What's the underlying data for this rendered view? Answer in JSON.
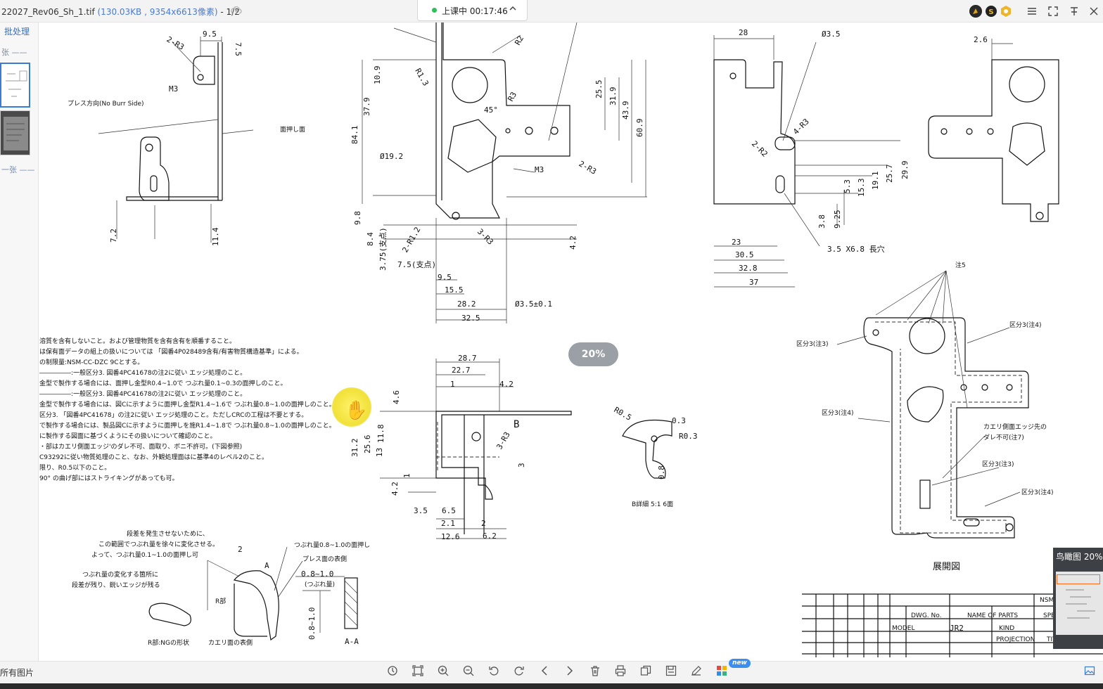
{
  "titlebar": {
    "filename": "22027_Rev06_Sh_1.tif",
    "meta": "(130.03KB , 9354x6613像素)",
    "page_indicator": " - 1/2",
    "class_status": "上课中 00:17:46",
    "icons": [
      "avatar-icon",
      "coin-icon",
      "vip-icon",
      "menu-icon",
      "fullscreen-icon",
      "pin-icon",
      "close-icon"
    ]
  },
  "sidebar": {
    "batch_label": "批处理",
    "prev_label": "张 ——",
    "next_label": "一张 ——"
  },
  "viewer": {
    "zoom_badge": "20%",
    "overview_title": "鸟瞰图 20%"
  },
  "drawing": {
    "view1_dims": [
      "9.5",
      "7.5",
      "2-R3",
      "M3",
      "7.2",
      "11.4"
    ],
    "view1_labels": [
      "プレス方向(No Burr Side)",
      "面押し面"
    ],
    "view2_dims": [
      "10.9",
      "37.9",
      "84.1",
      "25.5",
      "31.9",
      "43.9",
      "60.9",
      "Ø19.2",
      "R1.3",
      "R2",
      "2-R3",
      "R3",
      "M3",
      "45°",
      "9.8",
      "8.4",
      "3.75(支点)",
      "2-R1.2",
      "3-R3",
      "7.5(支点)",
      "9.5",
      "15.5",
      "28.2",
      "32.5",
      "Ø3.5±0.1",
      "4.2"
    ],
    "view3_dims": [
      "28",
      "Ø3.5",
      "4-R3",
      "2-R2",
      "5.3",
      "15.3",
      "19.1",
      "25.7",
      "29.9",
      "3.8",
      "9.25",
      "3.5 X6.8 長穴",
      "23",
      "30.5",
      "32.8",
      "37"
    ],
    "view4_dims": [
      "2.6"
    ],
    "section_dims": [
      "28.7",
      "22.7",
      "1",
      "4.2",
      "4.6",
      "11.8",
      "31.2",
      "25.6",
      "13",
      "4.2",
      "1",
      "B",
      "3-R3",
      "3",
      "3.5",
      "6.5",
      "2.1",
      "2",
      "12.6",
      "6.2"
    ],
    "detail_b": [
      "R0.5",
      "0.3",
      "R0.3",
      "0.8",
      "B詳細 5:1 6面"
    ],
    "dev_labels": [
      "注5",
      "区分3(注4)",
      "区分3(注3)",
      "区分3(注4)",
      "カエリ側面エッジ先の",
      "ダレ不可(注7)",
      "区分3(注3)",
      "区分3(注4)",
      "展開図"
    ],
    "notes": [
      "溶質を含有しないこと。および管理物質を含有含有を順番すること。",
      "は保有面データの組上の扱いについては 「図番4P028489含有/有害物質構造基準」による。",
      "の制限量:NSM-CC-DZC 9Cとする。",
      "―――――:一般区分3. 図番4PC41678の注2に従い エッジ処理のこと。",
      "金型で製作する場合には、面押し金型R0.4~1.0で つぶれ量0.1~0.3の面押しのこと。",
      "―――――:一般区分3. 図番4PC41678の注2に従い エッジ処理のこと。",
      "金型で製作する場合には、図Cに示すように面押し金型R1.4~1.6で つぶれ量0.8~1.0の面押しのこと。",
      "区分3. 「図番4PC41678」の注2に従い エッジ処理のこと。ただしCRCの工程は不要とする。",
      "で製作する場合には、製品図Cに示すように面押しを施R1.4~1.8で つぶれ量0.8~1.0の面押しのこと。",
      "に製作する図面に基づくようにその扱いについて確認のこと。",
      "・部はカエリ側面エッジ'のダレ不可、面取り、ボニ不許可。(下図参照)",
      "C93292に従い物質処理のこと、なお、外観処理面はに基準4のレベル2のこと。",
      "限り、R0.5以下のこと。",
      "90° の曲げ部にはストライキングがあっても可。"
    ],
    "bottom_notes": [
      "段差を発生させないために、",
      "この範囲でつぶれ量を徐々に変化させる。",
      "よって、つぶれ量0.1~1.0の面押し可",
      "つぶれ量0.8~1.0の面押し",
      "プレス面の表側",
      "0.8~1.0",
      "(つぶれ量)",
      "つぶれ量の変化する箇所に",
      "段差が残り、鋭いエッジが残る",
      "R部:NGの形状",
      "R部",
      "カエリ面の表側",
      "0.8~1.0",
      "A-A",
      "2",
      "A"
    ],
    "title_block": [
      "NAME OF PARTS",
      "DWG. No.",
      "MODEL",
      "JR2",
      "KIND",
      "PROJECTION",
      "TITLE",
      "SPE",
      "NSM-C"
    ]
  },
  "bottombar": {
    "all_images_label": "所有图片",
    "new_badge": "new",
    "tools": [
      "rotate-view-icon",
      "fit-screen-icon",
      "zoom-in-icon",
      "zoom-out-icon",
      "rotate-left-icon",
      "rotate-right-icon",
      "prev-image-icon",
      "next-image-icon",
      "delete-icon",
      "print-icon",
      "copy-icon",
      "save-as-icon",
      "edit-icon",
      "apps-icon"
    ]
  }
}
